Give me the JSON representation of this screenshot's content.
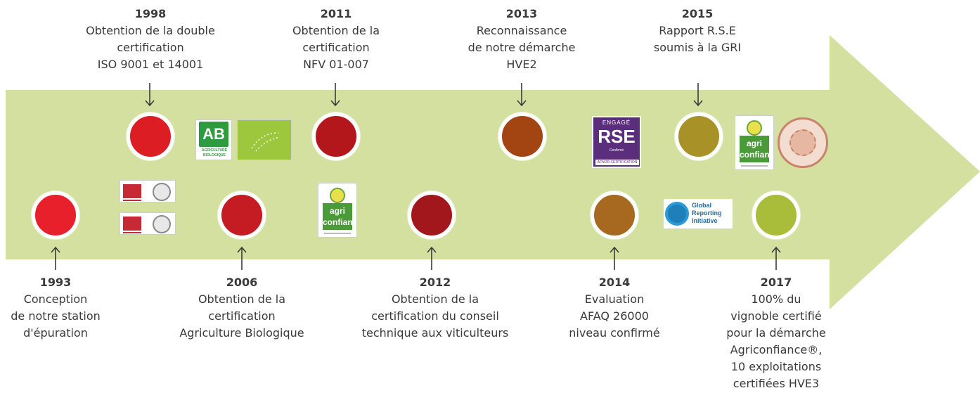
{
  "colors": {
    "arrow": "#d3e0a0",
    "dot_1993": "#e8202c",
    "dot_1998": "#dc1e24",
    "dot_2006": "#c51b22",
    "dot_2011": "#b3171b",
    "dot_2012": "#a1171b",
    "dot_2013": "#a24512",
    "dot_2014": "#a6691f",
    "dot_2015": "#a89228",
    "dot_2017": "#a9bd3a"
  },
  "events": {
    "e1993": {
      "year": "1993",
      "lines": [
        "Conception",
        "de notre station",
        "d'épuration"
      ]
    },
    "e1998": {
      "year": "1998",
      "lines": [
        "Obtention de la double",
        "certification",
        "ISO 9001 et 14001"
      ]
    },
    "e2006": {
      "year": "2006",
      "lines": [
        "Obtention de la",
        "certification",
        "Agriculture Biologique"
      ]
    },
    "e2011": {
      "year": "2011",
      "lines": [
        "Obtention de la",
        "certification",
        "NFV 01-007"
      ]
    },
    "e2012": {
      "year": "2012",
      "lines": [
        "Obtention de la",
        "certification du conseil",
        "technique aux viticulteurs"
      ]
    },
    "e2013": {
      "year": "2013",
      "lines": [
        "Reconnaissance",
        "de notre démarche",
        "HVE2"
      ]
    },
    "e2014": {
      "year": "2014",
      "lines": [
        "Evaluation",
        "AFAQ 26000",
        "niveau confirmé"
      ]
    },
    "e2015": {
      "year": "2015",
      "lines": [
        "Rapport R.S.E",
        "soumis à la GRI"
      ]
    },
    "e2017": {
      "year": "2017",
      "lines": [
        "100% du",
        "vignoble certifié",
        "pour la démarche",
        "Agriconfiance®,",
        "10 exploitations",
        "certifiées HVE3"
      ]
    }
  },
  "logos": {
    "ab": {
      "mark": "AB",
      "text": "AGRICULTURE BIOLOGIQUE"
    },
    "agri": {
      "text": "agri confiance"
    },
    "rse": {
      "top": "ENGAGÉ",
      "mark": "RSE",
      "sub": "Confirmé",
      "bar": "AFNOR CERTIFICATION"
    },
    "gri": {
      "text": "Global Reporting Initiative"
    }
  }
}
